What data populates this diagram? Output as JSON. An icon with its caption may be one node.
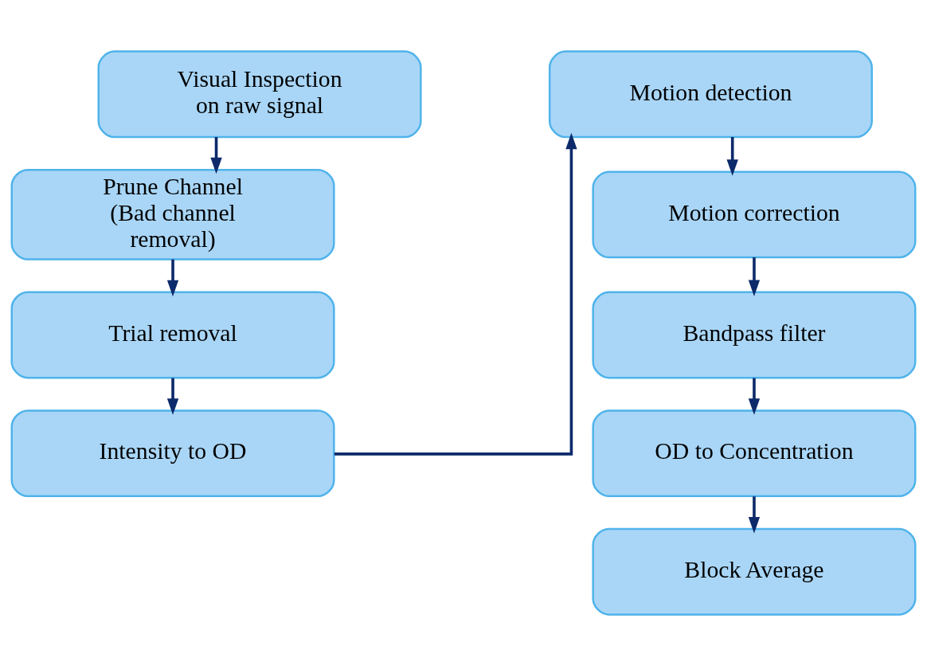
{
  "diagram": {
    "nodes": [
      {
        "text": [
          "Visual Inspection on raw signal"
        ]
      },
      {
        "text": [
          "Prune Channel (Bad channel removal)"
        ]
      },
      {
        "text": [
          "Trial removal"
        ]
      },
      {
        "text": [
          "Intensity to OD"
        ]
      },
      {
        "text": [
          "Motion detection"
        ]
      },
      {
        "text": [
          "Motion correction"
        ]
      },
      {
        "text": [
          "Bandpass filter"
        ]
      },
      {
        "text": [
          "OD to Concentration"
        ]
      },
      {
        "text": [
          "Block Average"
        ]
      }
    ],
    "edges": [
      {
        "from": 0,
        "to": 1,
        "arrow": "to"
      },
      {
        "from": 1,
        "to": 2,
        "arrow": "to"
      },
      {
        "from": 2,
        "to": 3,
        "arrow": "to"
      },
      {
        "from": 3,
        "to": 4,
        "arrow": "to"
      },
      {
        "from": 4,
        "to": 5,
        "arrow": "to"
      },
      {
        "from": 5,
        "to": 6,
        "arrow": "to"
      },
      {
        "from": 6,
        "to": 7,
        "arrow": "to"
      },
      {
        "from": 7,
        "to": 8,
        "arrow": "to"
      }
    ]
  }
}
